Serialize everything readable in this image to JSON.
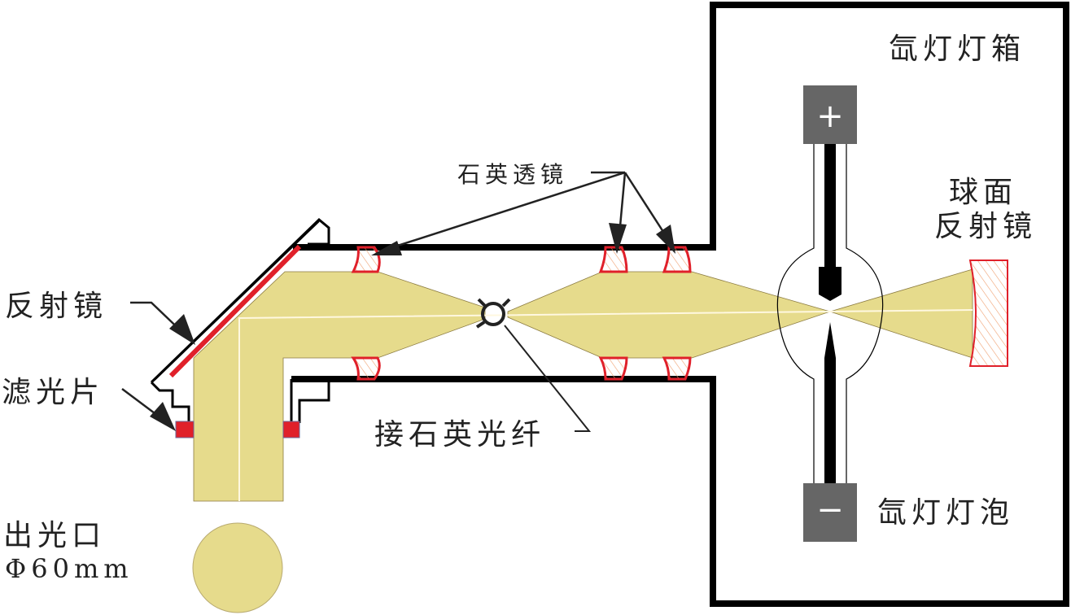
{
  "title": "Xenon lamp light source optical diagram",
  "labels": {
    "lamp_box": "氙灯灯箱",
    "spherical_mirror_line1": "球面",
    "spherical_mirror_line2": "反射镜",
    "quartz_lens": "石英透镜",
    "reflector": "反射镜",
    "filter": "滤光片",
    "fiber_connector": "接石英光纤",
    "lamp_bulb": "氙灯灯泡",
    "output_line1": "出光口",
    "output_line2": "Φ60mm",
    "anode_symbol": "+",
    "cathode_symbol": "−"
  },
  "colors": {
    "beam": "#e6db8c",
    "lens_red": "#e0202a",
    "electrode_box": "#666666",
    "line": "#000000"
  }
}
